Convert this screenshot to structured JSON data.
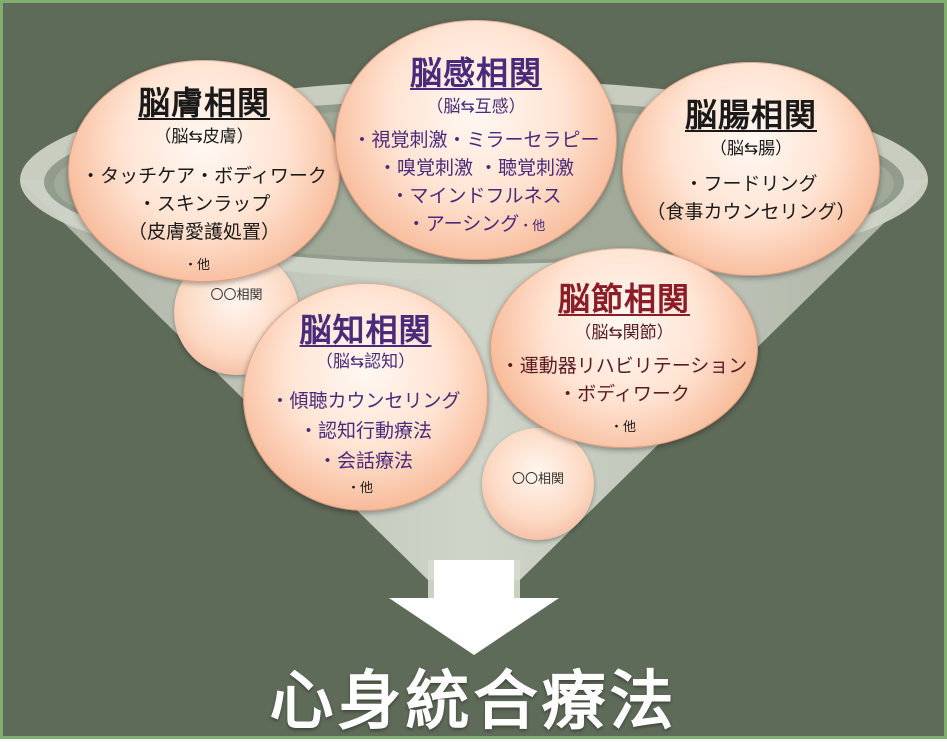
{
  "bubbles": {
    "skin": {
      "title": "脳膚相関",
      "sub": "（脳⇆皮膚）",
      "items": [
        "・タッチケア・ボディワーク",
        "・スキンラップ",
        "（皮膚愛護処置）"
      ],
      "other": "・他"
    },
    "senses": {
      "title": "脳感相関",
      "sub": "（脳⇆互感）",
      "items": [
        "・視覚刺激・ミラーセラピー",
        "・嗅覚刺激 ・聴覚刺激",
        "・マインドフルネス",
        "・アーシング"
      ],
      "other": "・他"
    },
    "gut": {
      "title": "脳腸相関",
      "sub": "（脳⇆腸）",
      "items": [
        "・フードリング",
        "（食事カウンセリング）"
      ]
    },
    "joint": {
      "title": "脳節相関",
      "sub": "（脳⇆関節）",
      "items": [
        "・運動器リハビリテーション",
        "・ボディワーク"
      ],
      "other": "・他"
    },
    "cognition": {
      "title": "脳知相関",
      "sub": "（脳⇆認知）",
      "items": [
        "・傾聴カウンセリング",
        "・認知行動療法",
        "・会話療法"
      ],
      "other": "・他"
    }
  },
  "small_bubbles": {
    "left_label": "〇〇相関",
    "center_label": "〇〇相関"
  },
  "main_title": "心身統合療法",
  "colors": {
    "background": "#5f6b59",
    "funnel": "#d3d8cc",
    "bubble": "#f7b896",
    "maroon": "#8b1d28",
    "purple": "#4a2a7a",
    "title": "#ffffff"
  }
}
